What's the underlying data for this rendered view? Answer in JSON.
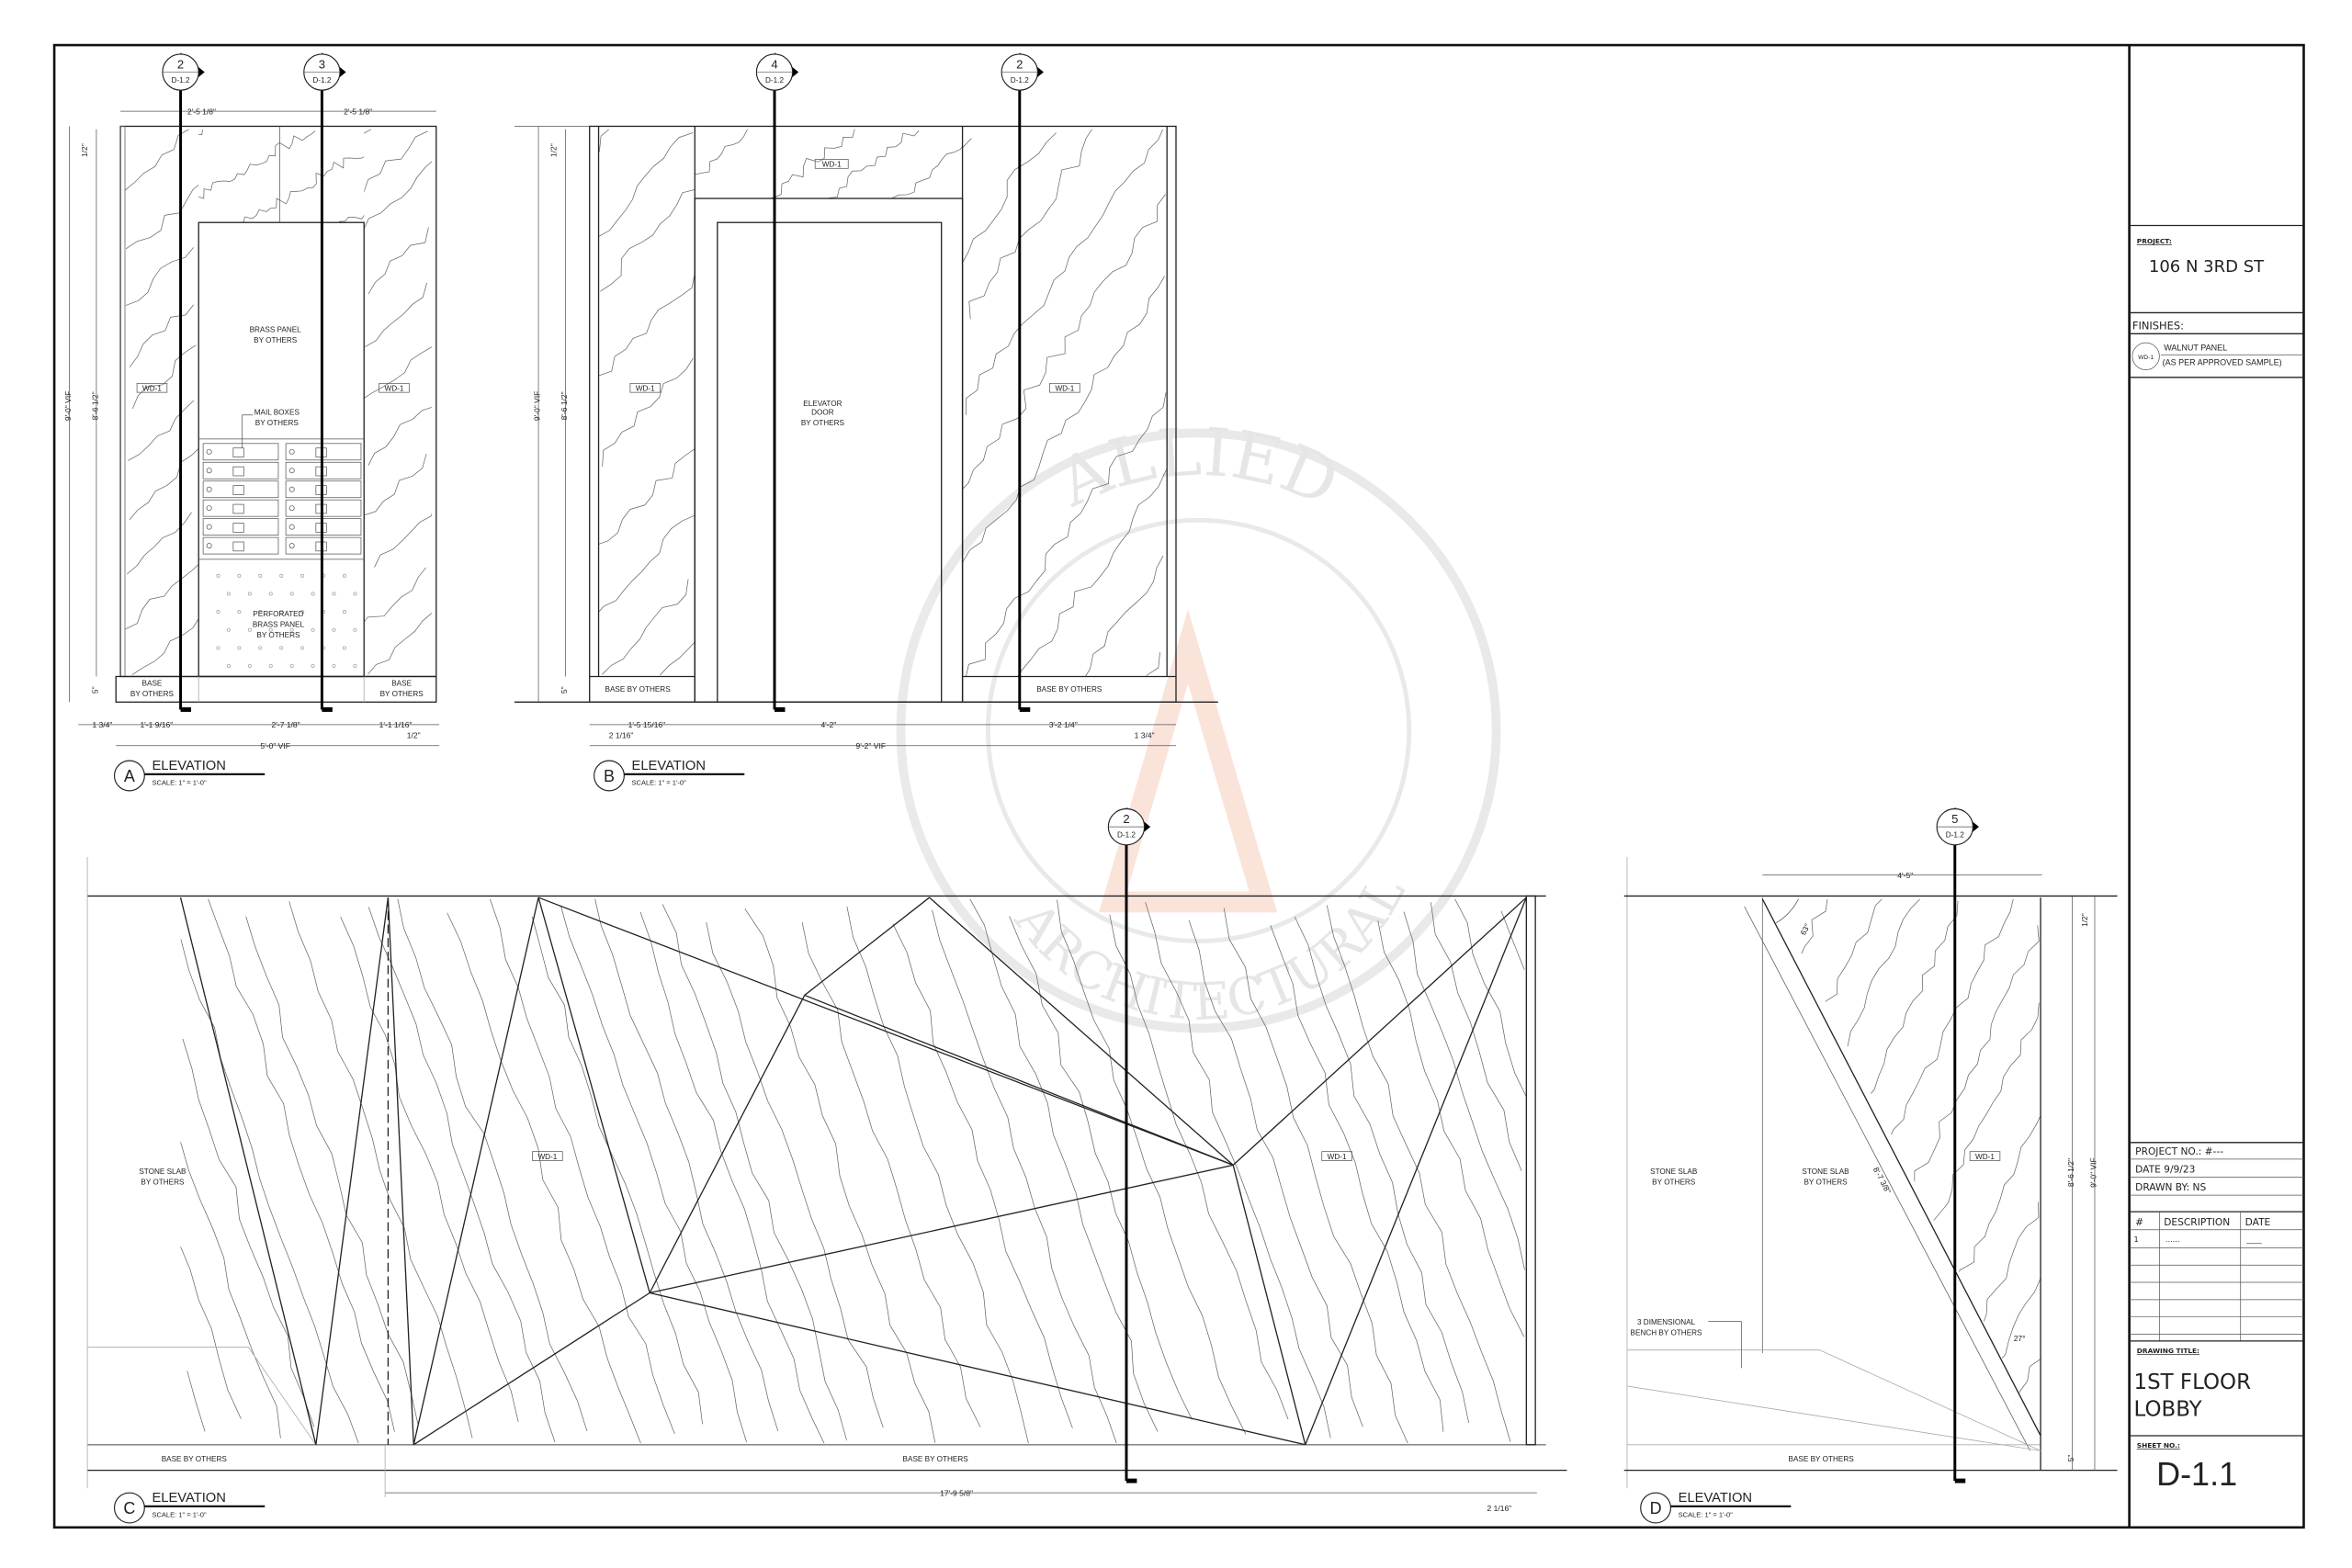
{
  "title_block": {
    "project_label": "PROJECT:",
    "project_name": "106 N 3RD ST",
    "finishes_label": "FINISHES:",
    "finish_tag": "WD-1",
    "finish_line1": "WALNUT PANEL",
    "finish_line2": "(AS PER APPROVED SAMPLE)",
    "project_no": "PROJECT NO.: #---",
    "date": "DATE  9/9/23",
    "drawn_by": "DRAWN BY: NS",
    "revisions": {
      "headers": [
        "#",
        "DESCRIPTION",
        "DATE"
      ],
      "rows": [
        [
          "1",
          "......",
          "____"
        ]
      ]
    },
    "drawing_title_label": "DRAWING TITLE:",
    "drawing_title_line1": "1ST FLOOR",
    "drawing_title_line2": "LOBBY",
    "sheet_no_label": "SHEET NO.:",
    "sheet_no": "D-1.1"
  },
  "watermark": {
    "text_top": "ALLIED",
    "text_bottom": "ARCHITECTURAL",
    "color_gray": "#9a9a9a",
    "color_accent": "#e8703a"
  },
  "scale_text": "SCALE: 1\" = 1'-0\"",
  "elevation_word": "ELEVATION",
  "elevations": {
    "A": {
      "letter": "A",
      "markers": [
        {
          "num": "2",
          "sheet": "D-1.2"
        },
        {
          "num": "3",
          "sheet": "D-1.2"
        }
      ],
      "dims": {
        "top_left": "2'-5 1/8\"",
        "top_right": "2'-5 1/8\"",
        "overall_h": "9'-0\" VIF",
        "panel_h": "8'-6 1/2\"",
        "top_gap": "1/2\"",
        "base_h": "5\"",
        "b1": "1 3/4\"",
        "b2": "1'-1 9/16\"",
        "b3": "2'-7 1/8\"",
        "b4": "1'-1 1/16\"",
        "b5": "1/2\"",
        "overall_w": "5'-0\" VIF"
      },
      "tags": [
        "WD-1",
        "WD-1"
      ],
      "notes": {
        "brass1": "BRASS PANEL",
        "brass2": "BY OTHERS",
        "mail1": "MAIL BOXES",
        "mail2": "BY OTHERS",
        "perf1": "PERFORATED",
        "perf2": "BRASS PANEL",
        "perf3": "BY OTHERS",
        "base1": "BASE",
        "base2": "BY OTHERS"
      }
    },
    "B": {
      "letter": "B",
      "markers": [
        {
          "num": "4",
          "sheet": "D-1.2"
        },
        {
          "num": "2",
          "sheet": "D-1.2"
        }
      ],
      "dims": {
        "top_gap": "1/2\"",
        "overall_h": "9'-0\" VIF",
        "panel_h": "8'-6 1/2\"",
        "base_h": "5\"",
        "b1": "1'-5 15/16\"",
        "b2": "4'-2\"",
        "b3": "3'-2 1/4\"",
        "b4": "2 1/16\"",
        "b5": "1 3/4\"",
        "overall_w": "9'-2\" VIF"
      },
      "tags": [
        "WD-1",
        "WD-1",
        "WD-1"
      ],
      "notes": {
        "elev1": "ELEVATOR",
        "elev2": "DOOR",
        "elev3": "BY OTHERS",
        "base": "BASE BY OTHERS"
      }
    },
    "C": {
      "letter": "C",
      "markers": [
        {
          "num": "2",
          "sheet": "D-1.2"
        }
      ],
      "dims": {
        "overall_w": "17'-9 5/8\"",
        "end_gap": "2 1/16\""
      },
      "tags": [
        "WD-1",
        "WD-1"
      ],
      "notes": {
        "stone1": "STONE SLAB",
        "stone2": "BY OTHERS",
        "base": "BASE BY OTHERS"
      }
    },
    "D": {
      "letter": "D",
      "markers": [
        {
          "num": "5",
          "sheet": "D-1.2"
        }
      ],
      "dims": {
        "width": "4'-5\"",
        "angle_top": "63°",
        "angle_bottom": "27°",
        "diagonal": "8'-7 3/8\"",
        "top_gap": "1/2\"",
        "panel_h": "8'-6 1/2\"",
        "overall_h": "9'-0\" VIF",
        "base_h": "5\""
      },
      "tags": [
        "WD-1"
      ],
      "notes": {
        "stone1": "STONE SLAB",
        "stone2": "BY OTHERS",
        "bench1": "3 DIMENSIONAL",
        "bench2": "BENCH BY OTHERS",
        "base": "BASE BY OTHERS"
      }
    }
  }
}
